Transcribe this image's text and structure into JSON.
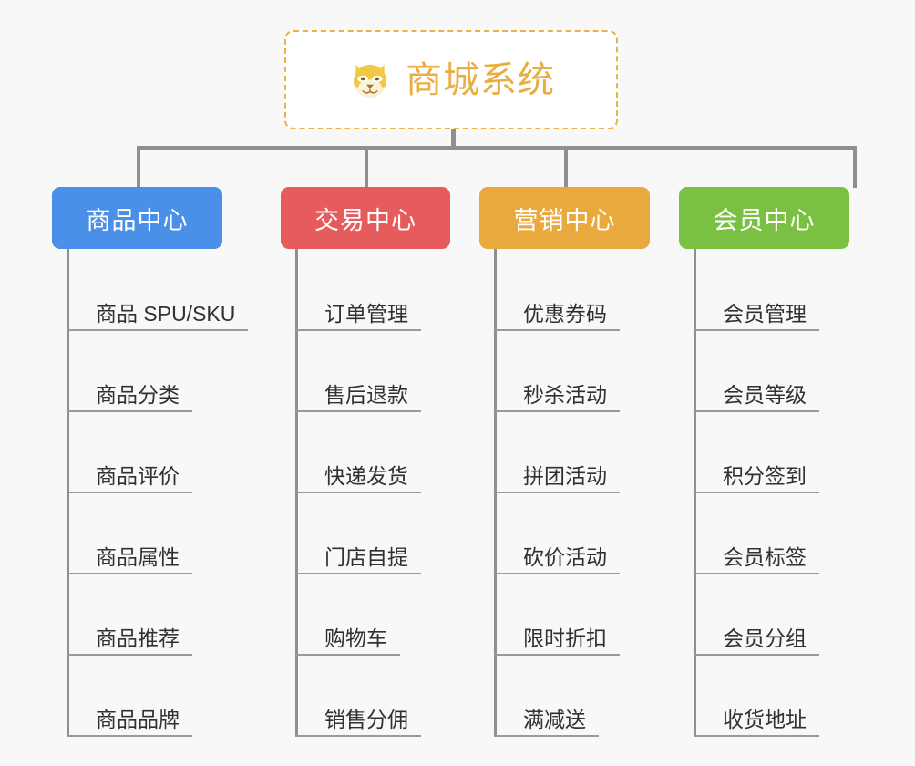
{
  "page": {
    "background_color": "#f8f8f8",
    "line_color": "#8f8f8f"
  },
  "root": {
    "title": "商城系统",
    "icon": "shiba-dog-face-emoji",
    "text_color": "#e8ae43",
    "border_color": "#edb14b",
    "background_color": "#ffffff"
  },
  "categories": [
    {
      "label": "商品中心",
      "color": "#4a90e8",
      "items": [
        "商品 SPU/SKU",
        "商品分类",
        "商品评价",
        "商品属性",
        "商品推荐",
        "商品品牌"
      ]
    },
    {
      "label": "交易中心",
      "color": "#e65c5c",
      "items": [
        "订单管理",
        "售后退款",
        "快递发货",
        "门店自提",
        "购物车",
        "销售分佣"
      ]
    },
    {
      "label": "营销中心",
      "color": "#e9a93c",
      "items": [
        "优惠券码",
        "秒杀活动",
        "拼团活动",
        "砍价活动",
        "限时折扣",
        "满减送"
      ]
    },
    {
      "label": "会员中心",
      "color": "#7ac143",
      "items": [
        "会员管理",
        "会员等级",
        "积分签到",
        "会员标签",
        "会员分组",
        "收货地址"
      ]
    }
  ]
}
